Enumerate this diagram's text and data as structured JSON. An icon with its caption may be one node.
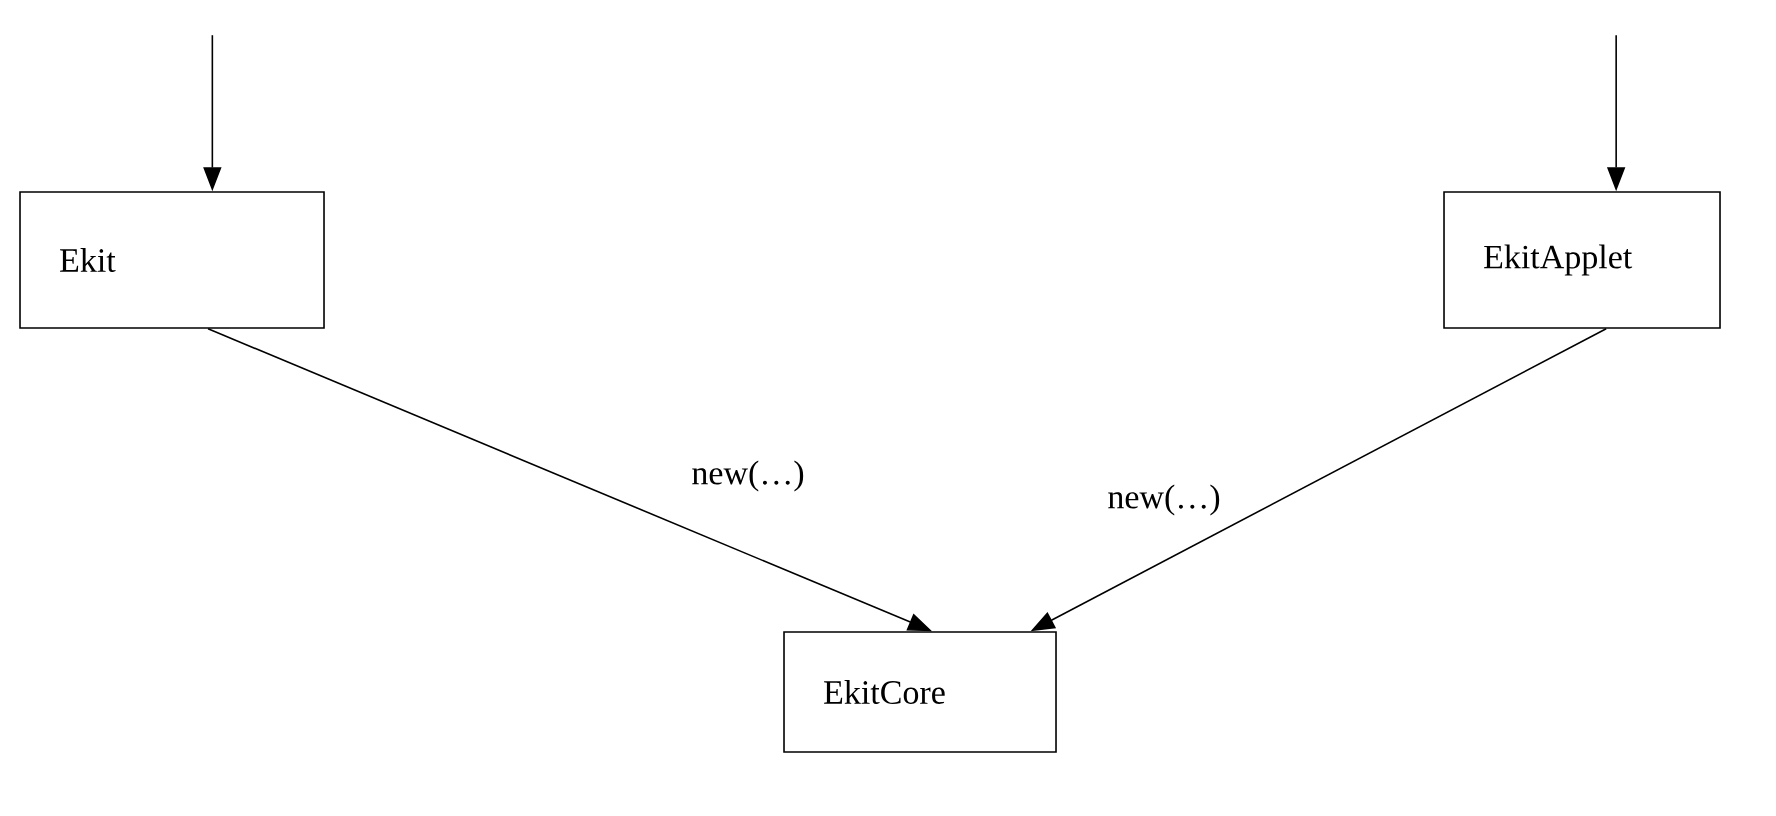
{
  "diagram": {
    "nodes": [
      {
        "text": [
          "Ekit"
        ]
      },
      {
        "text": [
          "EkitApplet"
        ]
      },
      {
        "text": [
          "EkitCore"
        ]
      }
    ],
    "edges": [
      {
        "from": null,
        "to": 0,
        "arrow": "to"
      },
      {
        "from": null,
        "to": 1,
        "arrow": "to"
      },
      {
        "from": 0,
        "to": 2,
        "arrow": "to",
        "label": "new(…)"
      },
      {
        "from": 1,
        "to": 2,
        "arrow": "to",
        "label": "new(…)"
      }
    ]
  }
}
